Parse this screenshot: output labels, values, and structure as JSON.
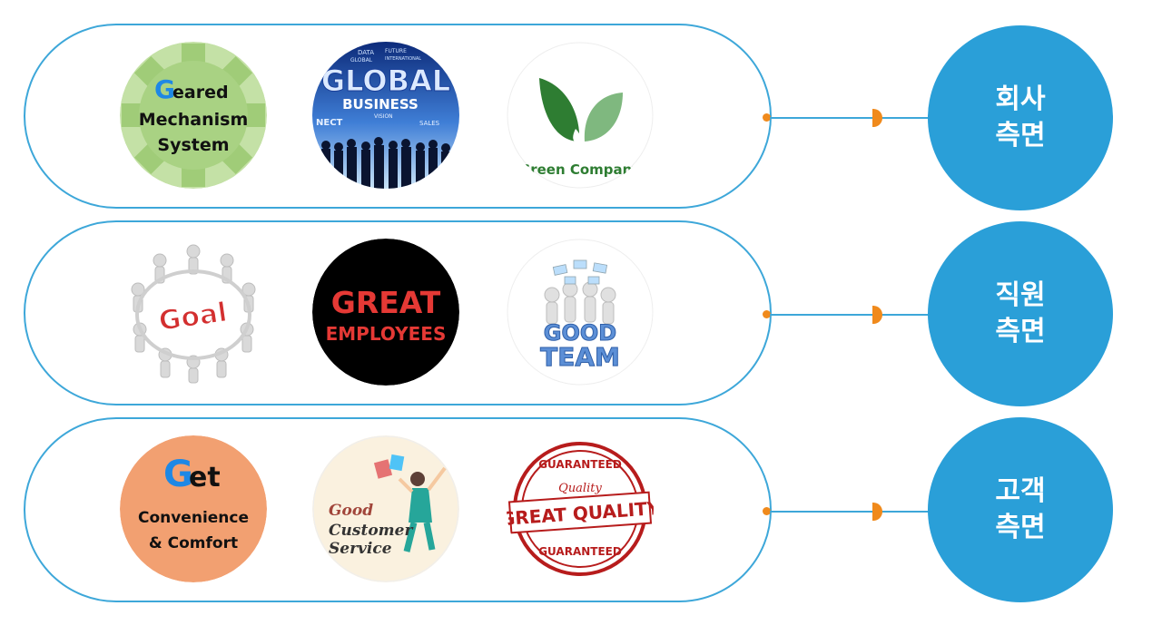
{
  "rows": [
    {
      "side_label_1": "회사",
      "side_label_2": "측면",
      "items": [
        {
          "lead": "G",
          "title_rest": "eared",
          "line2": "Mechanism",
          "line3": "System"
        },
        {
          "title": "GLOBAL",
          "subtitle": "BUSINESS",
          "tags": [
            "DATA",
            "FUTURE",
            "INTERNATIONAL",
            "VISION",
            "SALES",
            "NECT",
            "GLOBAL"
          ]
        },
        {
          "caption": "Green Company"
        }
      ]
    },
    {
      "side_label_1": "직원",
      "side_label_2": "측면",
      "items": [
        {
          "caption": "Goal"
        },
        {
          "line1": "GREAT",
          "line2": "EMPLOYEES"
        },
        {
          "line1": "GOOD",
          "line2": "TEAM"
        }
      ]
    },
    {
      "side_label_1": "고객",
      "side_label_2": "측면",
      "items": [
        {
          "lead": "G",
          "title_rest": "et",
          "line2": "Convenience",
          "line3": "& Comfort"
        },
        {
          "line1": "Good",
          "line2": "Customer",
          "line3": "Service"
        },
        {
          "top": "GUARANTEED",
          "middle": "Quality",
          "main": "GREAT QUALITY",
          "bottom": "GUARANTEED"
        }
      ]
    }
  ],
  "colors": {
    "pill_border": "#3da7d9",
    "side_circle": "#2a9fd8",
    "connector_dot": "#f08a1c",
    "gear_green": "#a5cf7f",
    "green_text": "#2e7d32",
    "orange_bg": "#f2a071",
    "accent_blue": "#1e88e5",
    "stamp_red": "#b71c1c"
  }
}
